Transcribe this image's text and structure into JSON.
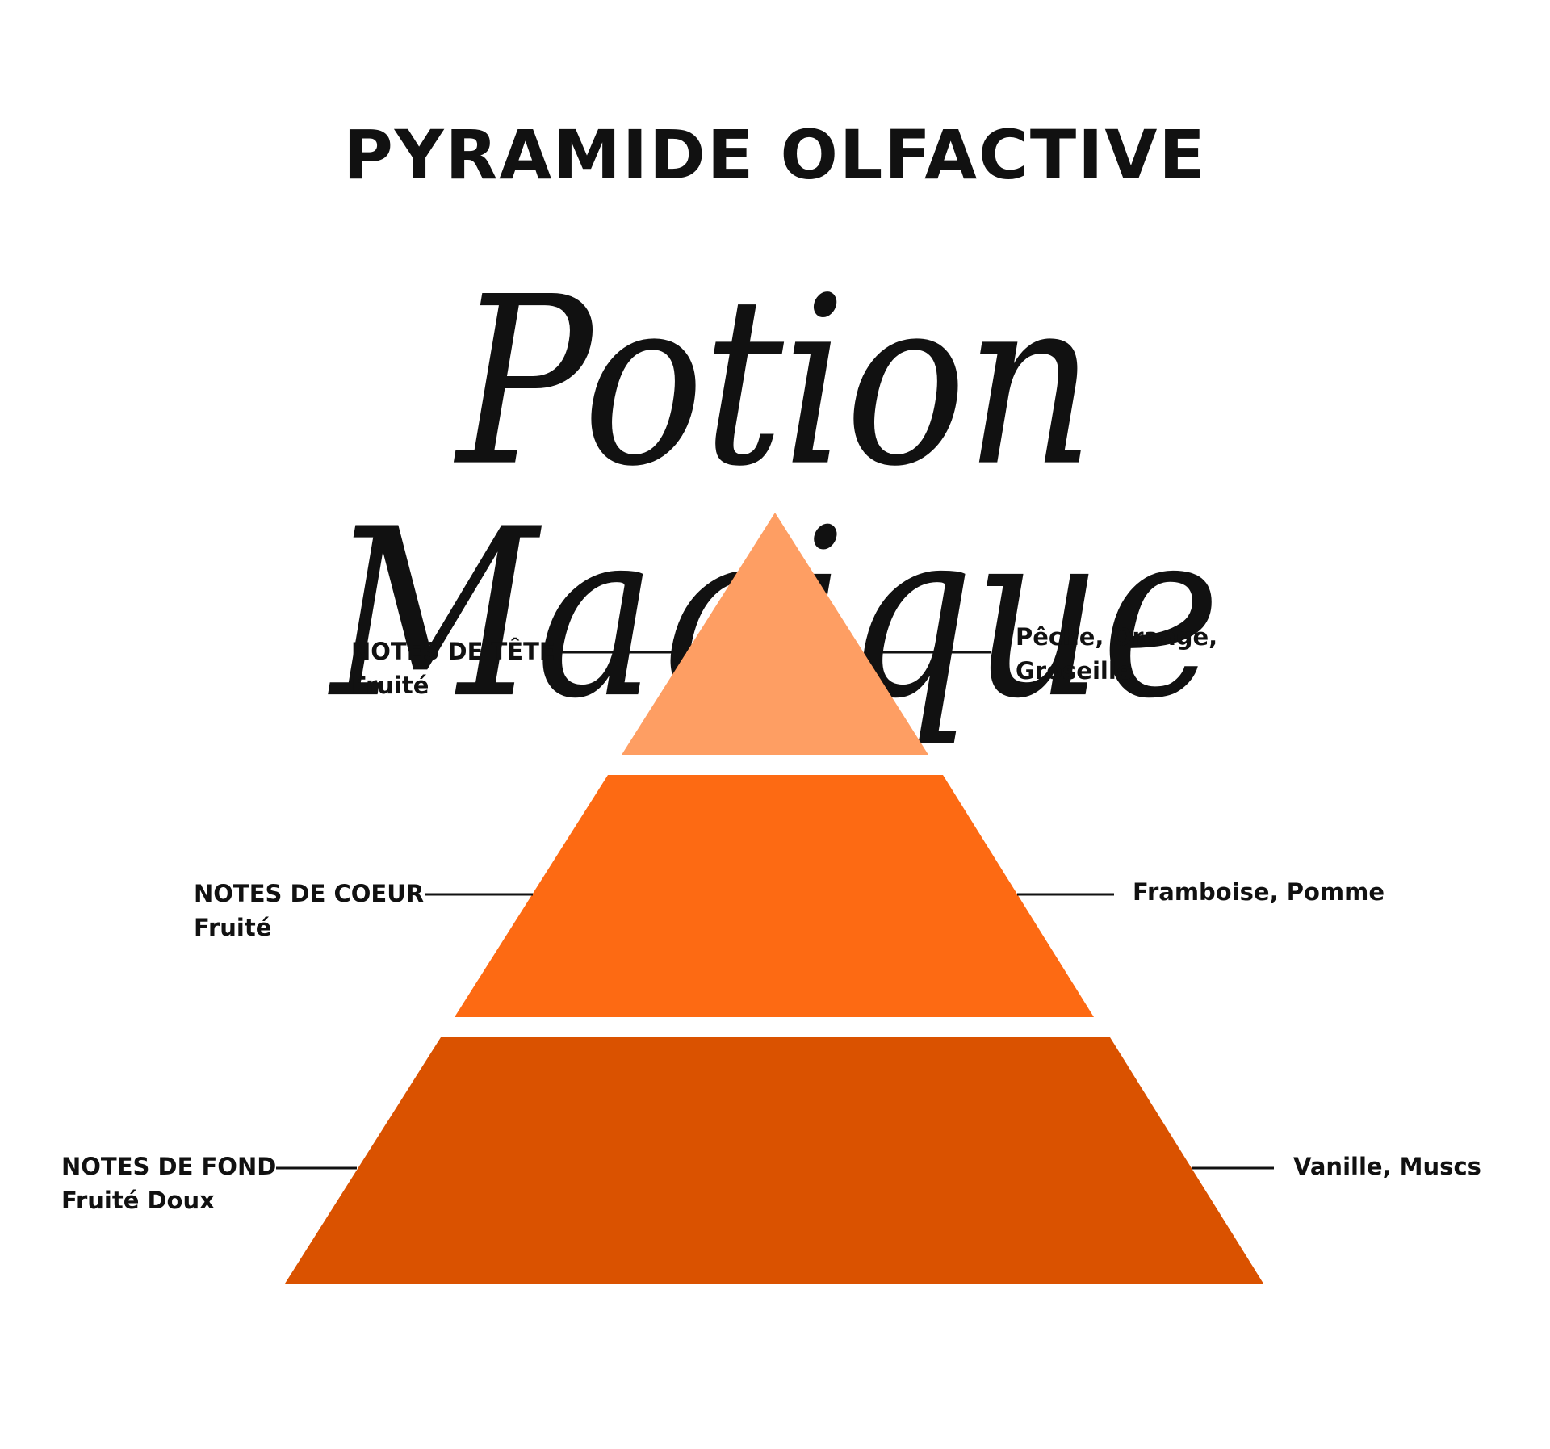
{
  "heading": "PYRAMIDE OLFACTIVE",
  "product_name": "Potion Magique",
  "colors": {
    "top": "#fe9e63",
    "middle": "#fd6a13",
    "base": "#da5200",
    "text": "#111111"
  },
  "tiers": [
    {
      "level": "top",
      "title": "NOTES DE TÊTE",
      "family": "Fruité",
      "ingredients_line1": "Pêche, Orange,",
      "ingredients_line2": "Groseille"
    },
    {
      "level": "middle",
      "title": "NOTES DE COEUR",
      "family": "Fruité",
      "ingredients_line1": "Framboise, Pomme",
      "ingredients_line2": ""
    },
    {
      "level": "base",
      "title": "NOTES DE FOND",
      "family": "Fruité Doux",
      "ingredients_line1": "Vanille, Muscs",
      "ingredients_line2": ""
    }
  ]
}
